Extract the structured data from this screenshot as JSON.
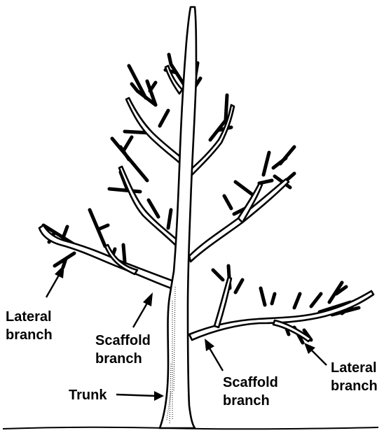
{
  "labels": {
    "lateral_left_line1": "Lateral",
    "lateral_left_line2": "branch",
    "scaffold_left_line1": "Scaffold",
    "scaffold_left_line2": "branch",
    "trunk": "Trunk",
    "scaffold_right_line1": "Scaffold",
    "scaffold_right_line2": "branch",
    "lateral_right_line1": "Lateral",
    "lateral_right_line2": "branch"
  },
  "colors": {
    "ink": "#000000",
    "paper": "#ffffff"
  }
}
